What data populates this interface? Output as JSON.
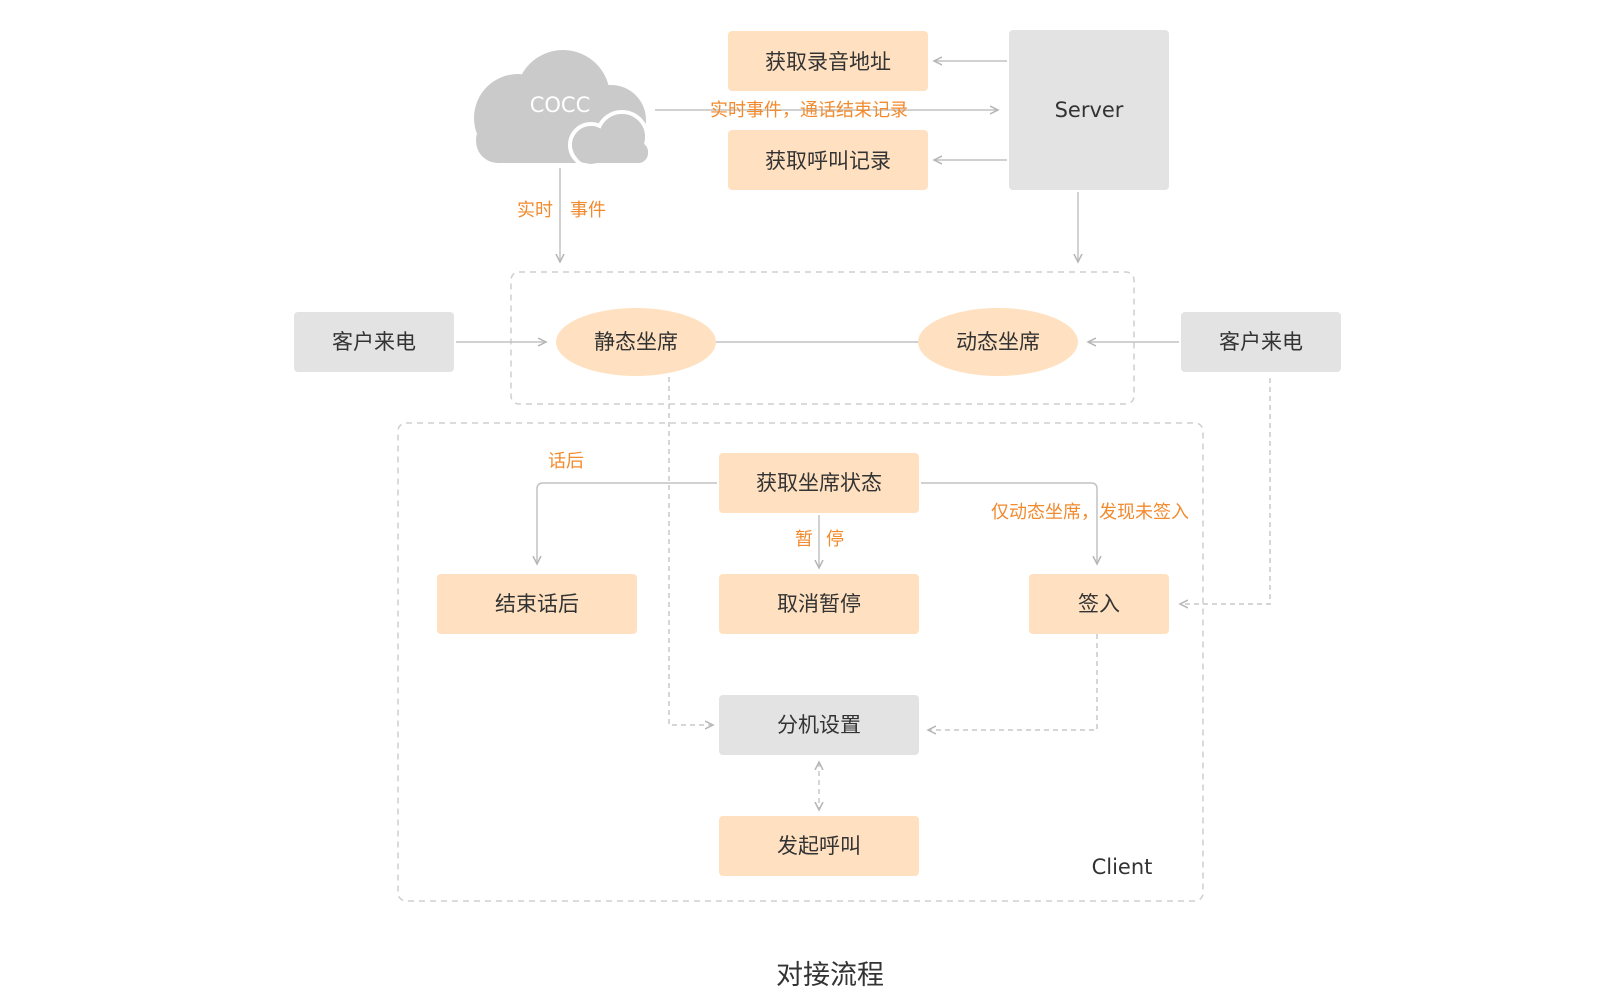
{
  "colors": {
    "orange_box": "#ffe1c1",
    "gray_box": "#e3e3e3",
    "line": "#c2c2c2",
    "label_orange": "#f28a2e",
    "cloud": "#cacaca",
    "text": "#333333"
  },
  "icons": {
    "cloud": "cloud-icon"
  },
  "nodes": {
    "cocc": "COCC",
    "server": "Server",
    "get_recording_url": "获取录音地址",
    "get_call_records": "获取呼叫记录",
    "incoming_call_left": "客户来电",
    "incoming_call_right": "客户来电",
    "static_agent": "静态坐席",
    "dynamic_agent": "动态坐席",
    "get_agent_status": "获取坐席状态",
    "end_after_call": "结束话后",
    "cancel_pause": "取消暂停",
    "sign_in": "签入",
    "extension_settings": "分机设置",
    "make_call": "发起呼叫",
    "client_label": "Client"
  },
  "edge_labels": {
    "realtime_event_call_end": "实时事件，通话结束记录",
    "realtime": "实时",
    "event": "事件",
    "after_call": "话后",
    "pause_1": "暂",
    "pause_2": "停",
    "dynamic_only_not_signed": "仅动态坐席，发现未签入"
  },
  "caption": "对接流程"
}
